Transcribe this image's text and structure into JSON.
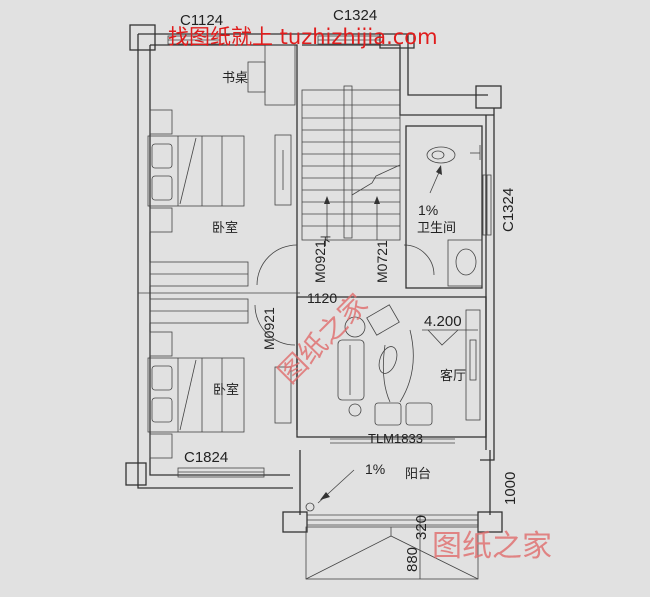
{
  "watermark": {
    "top_text": "找图纸就上 tuzhizhijia.com",
    "bottom_text": "图纸之家",
    "diagonal_text": "图纸之家",
    "color": "#e01c1c"
  },
  "rooms": {
    "study_desk": "书桌",
    "bedroom_top": "卧室",
    "bedroom_bottom": "卧室",
    "bathroom": "卫生间",
    "living_room": "客厅",
    "balcony": "阳台"
  },
  "windows": {
    "top_left": "C1124",
    "top_center": "C1324",
    "right": "C1324",
    "bottom_left": "C1824"
  },
  "doors": {
    "stair_door": "M0921",
    "bath_door": "M0721",
    "bedroom_bottom_door": "M0921",
    "living_sliding_door": "TLM1833"
  },
  "stairs": {
    "down_label": "下"
  },
  "annotations": {
    "bath_slope": "1%",
    "balcony_slope": "1%",
    "level": "4.200",
    "corridor_width": "1120"
  },
  "dimensions": {
    "balcony_depth": "1000",
    "canopy_320": "320",
    "canopy_880": "880"
  }
}
